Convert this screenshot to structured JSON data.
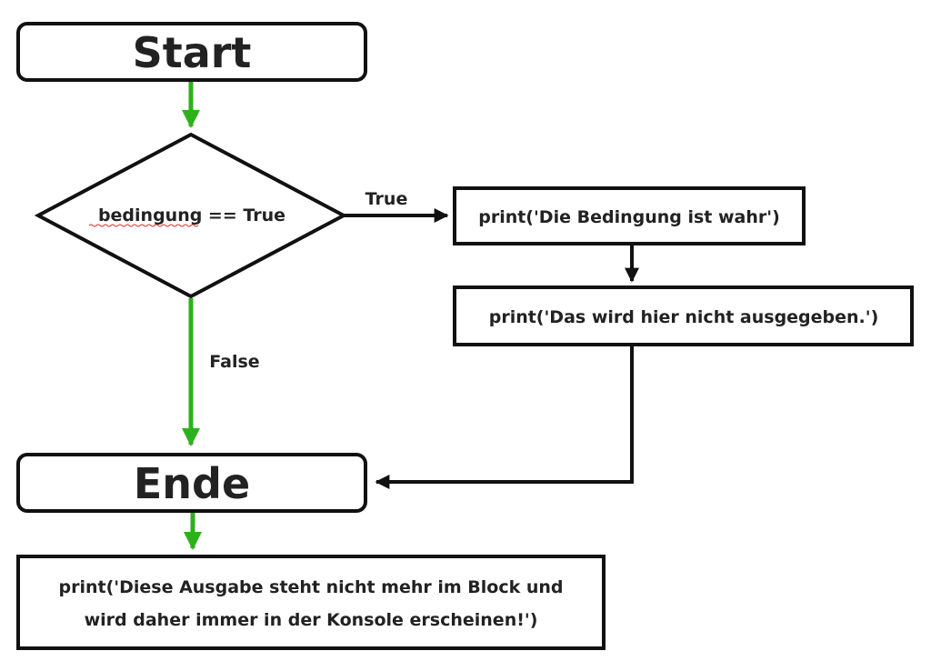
{
  "nodes": {
    "start": "Start",
    "condition": "bedingung == True",
    "true_print_1": "print('Die Bedingung ist wahr')",
    "true_print_2": "print('Das wird hier nicht ausgegeben.')",
    "end": "Ende",
    "after_block_line1": "print('Diese Ausgabe steht nicht mehr im Block und",
    "after_block_line2": "wird daher immer in der Konsole erscheinen!')"
  },
  "edges": {
    "true_label": "True",
    "false_label": "False"
  },
  "colors": {
    "flow_green": "#2db11b",
    "flow_black": "#111111",
    "border": "#111111",
    "spellcheck_underline": "#e03030"
  }
}
